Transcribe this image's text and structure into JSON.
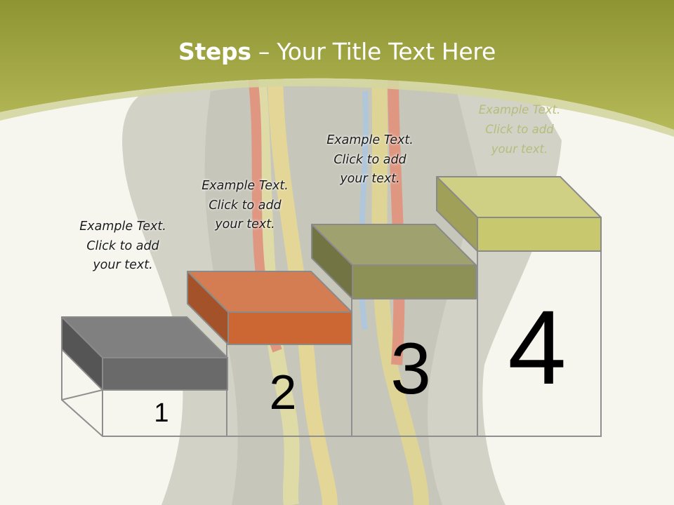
{
  "title": {
    "bold": "Steps",
    "rest": " – Your Title Text Here"
  },
  "steps": [
    {
      "number": "1",
      "color": "#6a6a6a",
      "caption": [
        "Example Text.",
        "Click  to add",
        "your text."
      ]
    },
    {
      "number": "2",
      "color": "#cc6633",
      "caption": [
        "Example Text.",
        "Click  to add",
        "your text."
      ]
    },
    {
      "number": "3",
      "color": "#8e9155",
      "caption": [
        "Example Text.",
        "Click  to add",
        "your text."
      ]
    },
    {
      "number": "4",
      "color": "#c8c86e",
      "caption": [
        "Example Text.",
        "Click  to add",
        "your text."
      ]
    }
  ],
  "colors": {
    "header_band": "#a4a83e",
    "background": "#f6f6ee"
  }
}
